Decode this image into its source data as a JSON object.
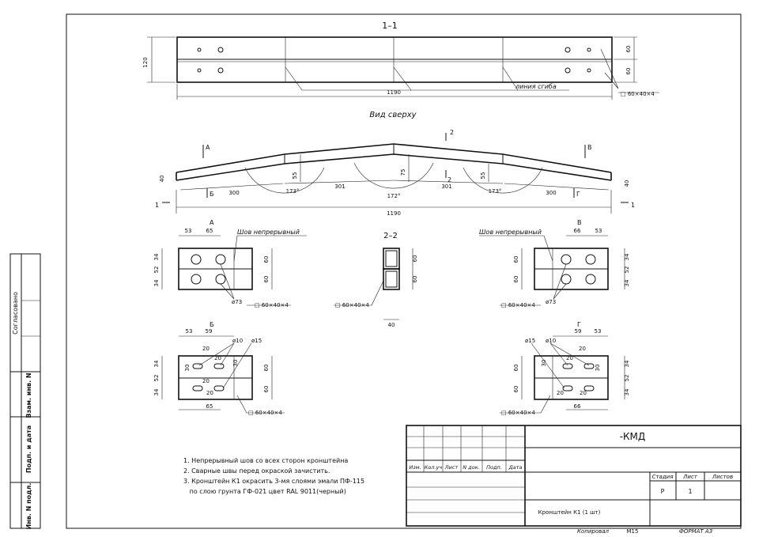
{
  "section_11": {
    "title": "1–1",
    "overall_length": "1190",
    "height": "120",
    "right_dims": [
      "60",
      "60"
    ],
    "bend_label": "линия сгиба",
    "profile": "□ 60×40×4"
  },
  "top_view": {
    "title": "Вид сверху",
    "cut_a": "А",
    "cut_b": "Б",
    "cut_v": "В",
    "cut_g": "Г",
    "section_mark": "2",
    "section_mark2": "2",
    "end_mark_left": "1",
    "end_mark_right": "1",
    "dims": [
      "300",
      "301",
      "301",
      "300"
    ],
    "rises": [
      "55",
      "75",
      "55"
    ],
    "left_end": "40",
    "right_end": "40",
    "angles": [
      "173°",
      "172°",
      "173°"
    ],
    "overall": "1190"
  },
  "detail_a": {
    "title": "А",
    "weld": "Шов непрерывный",
    "top_dims": [
      "53",
      "65"
    ],
    "side_dims": [
      "34",
      "52",
      "34"
    ],
    "right_dims": [
      "60",
      "60"
    ],
    "hole": "ø73",
    "profile": "□ 60×40×4"
  },
  "detail_v": {
    "title": "В",
    "weld": "Шов непрерывный",
    "top_dims": [
      "66",
      "53"
    ],
    "side_dims": [
      "34",
      "52",
      "34"
    ],
    "left_dims": [
      "60",
      "60"
    ],
    "hole": "ø73",
    "profile": "□ 60×40×4"
  },
  "section_22": {
    "title": "2–2",
    "dims": [
      "60",
      "60"
    ],
    "width": "40",
    "profile": "□ 60×40×4"
  },
  "detail_b": {
    "title": "Б",
    "top_dims": [
      "53",
      "59"
    ],
    "small_dims": [
      "20",
      "20",
      "20",
      "20",
      "30",
      "30"
    ],
    "hole10": "ø10",
    "hole15": "ø15",
    "side_dims": [
      "34",
      "52",
      "34"
    ],
    "right_dims": [
      "60",
      "60"
    ],
    "bottom": "65",
    "profile": "□ 60×40×4"
  },
  "detail_g": {
    "title": "Г",
    "top_dims": [
      "59",
      "53"
    ],
    "small_dims": [
      "20",
      "20",
      "20",
      "20",
      "30",
      "30"
    ],
    "hole10": "ø10",
    "hole15": "ø15",
    "side_dims": [
      "34",
      "52",
      "34"
    ],
    "left_dims": [
      "60",
      "60"
    ],
    "bottom": "66",
    "profile": "□ 60×40×4"
  },
  "notes": [
    "1. Непрерывный шов со всех сторон кронштейна",
    "2. Сварные швы перед окраской зачистить.",
    "3. Кронштейн К1 окрасить 3-мя слоями эмали ПФ-115",
    "   по слою грунта ГФ-021 цвет RAL 9011(черный)"
  ],
  "side_stamp": {
    "agreed": "Согласовано",
    "inv_zam": "Взам. инв. N",
    "sign_date": "Подп. и дата",
    "inv_podl": "Инв. N подл."
  },
  "title_block": {
    "code": "-КМД",
    "headers": [
      "Изм.",
      "Кол.уч",
      "Лист",
      "N док.",
      "Подп.",
      "Дата"
    ],
    "stage_label": "Стадия",
    "sheet_label": "Лист",
    "sheets_label": "Листов",
    "stage": "Р",
    "sheet": "1",
    "part_name": "Кронштейн К1 (1 шт)",
    "copied": "Копировал",
    "m15": "М15",
    "format": "ФОРМАТ А3"
  }
}
